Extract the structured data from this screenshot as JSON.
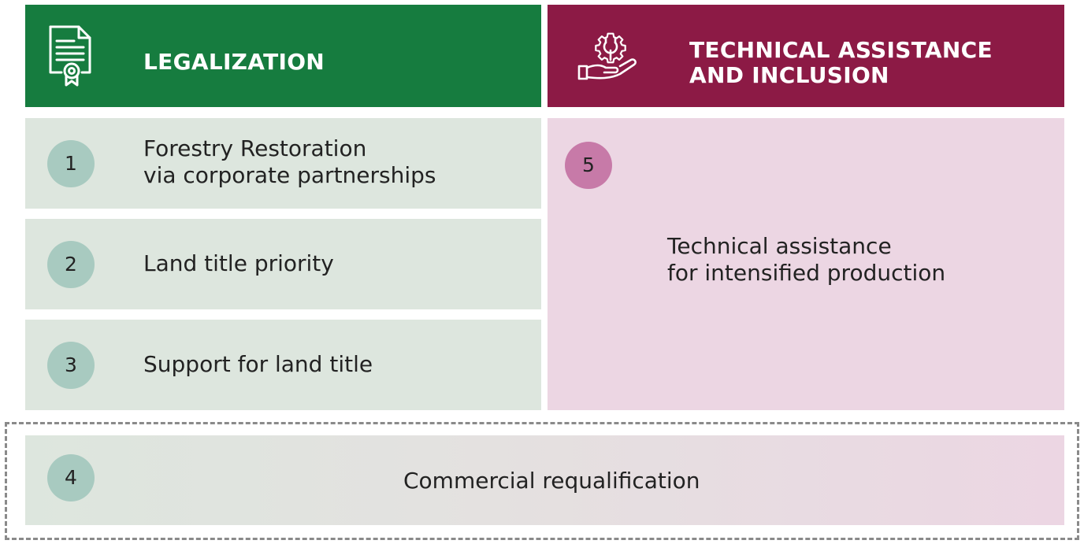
{
  "legalization": {
    "title": "LEGALIZATION",
    "icon": "certificate-document-icon",
    "color": "#167c3f",
    "items": [
      {
        "number": "1",
        "label": "Forestry Restoration\nvia corporate partnerships"
      },
      {
        "number": "2",
        "label": "Land title priority"
      },
      {
        "number": "3",
        "label": "Support for land title"
      }
    ]
  },
  "technical": {
    "title": "TECHNICAL ASSISTANCE\nAND INCLUSION",
    "icon": "gear-hand-icon",
    "color": "#8c1a45",
    "item": {
      "number": "5",
      "label": "Technical assistance\nfor intensified production"
    }
  },
  "shared": {
    "number": "4",
    "label": "Commercial requalification"
  }
}
